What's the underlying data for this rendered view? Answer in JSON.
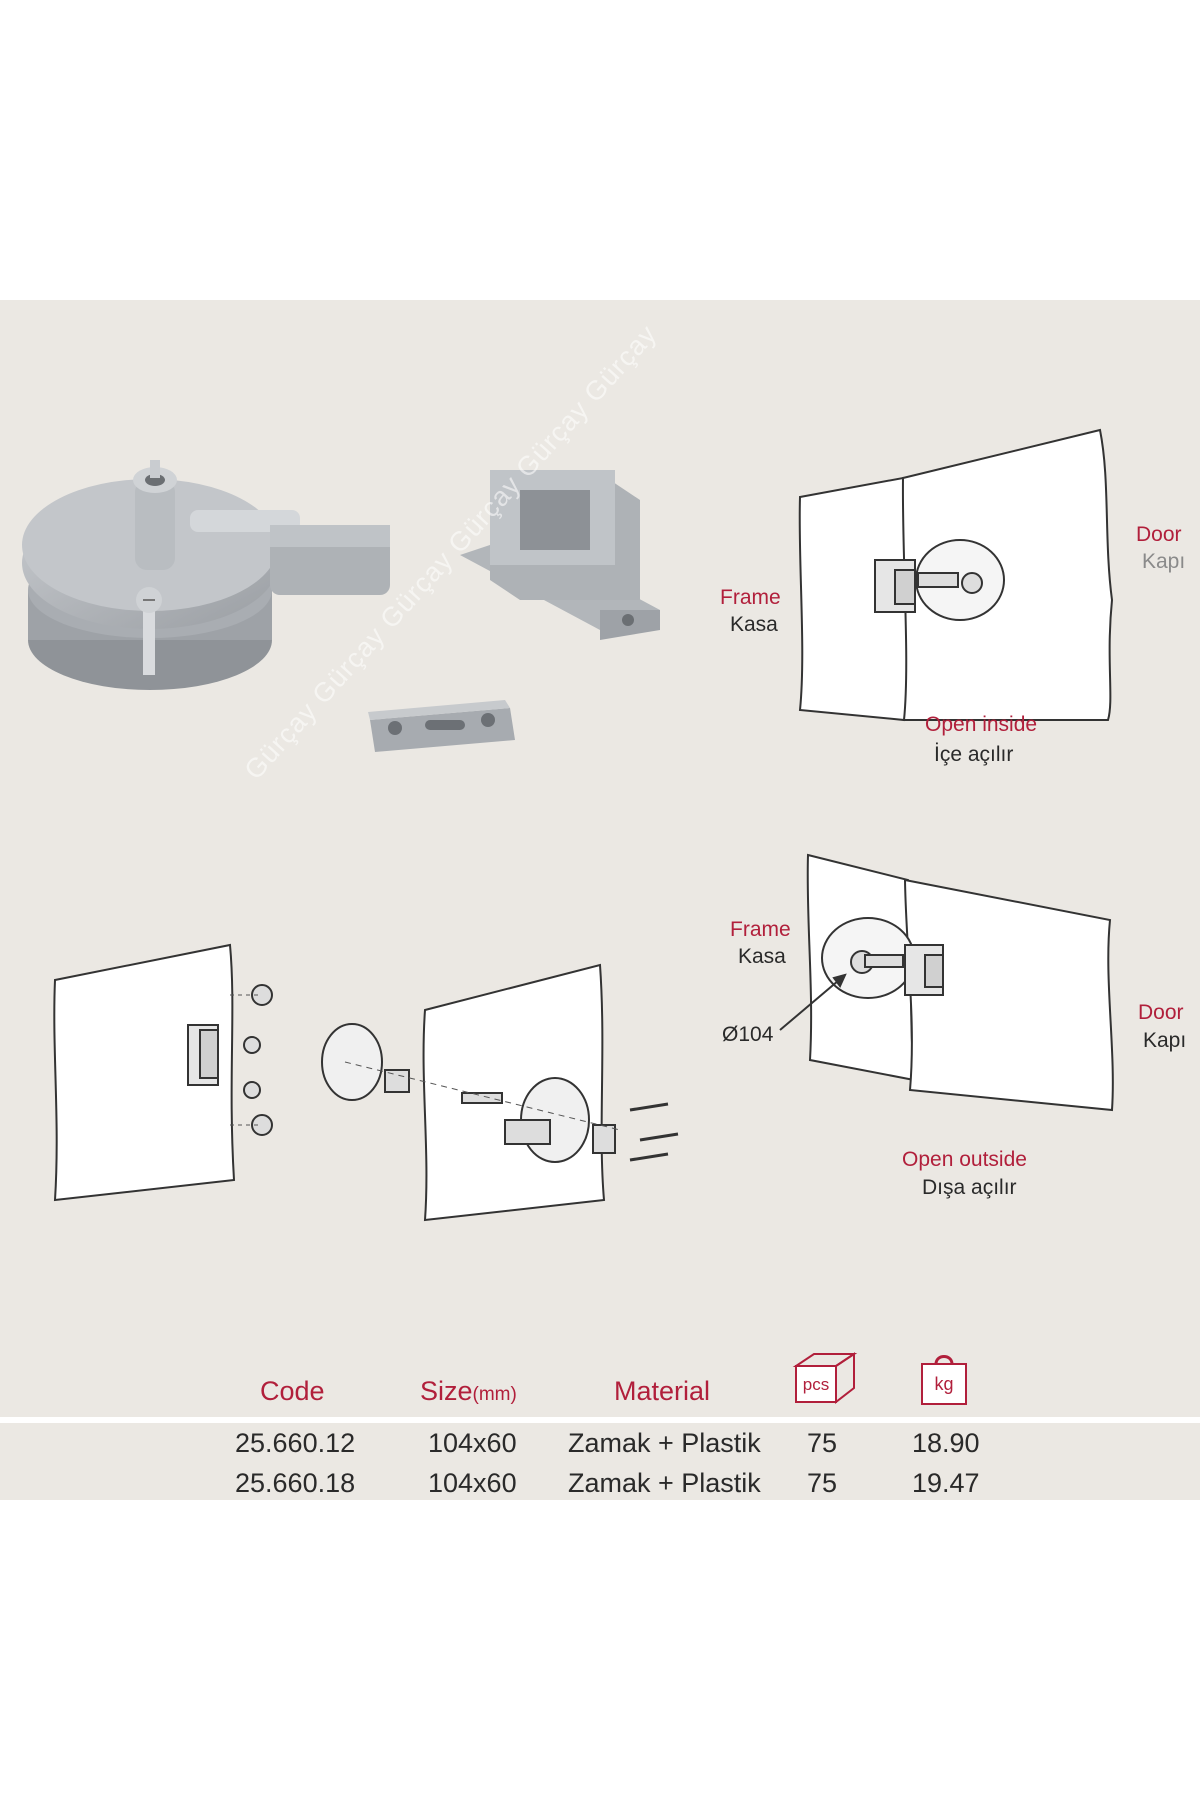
{
  "callouts": {
    "top_frame_en": "Frame",
    "top_frame_tr": "Kasa",
    "top_door_en": "Door",
    "top_door_tr": "Kapı",
    "top_open_en": "Open inside",
    "top_open_tr": "İçe açılır",
    "bottom_frame_en": "Frame",
    "bottom_frame_tr": "Kasa",
    "bottom_door_en": "Door",
    "bottom_door_tr": "Kapı",
    "bottom_open_en": "Open outside",
    "bottom_open_tr": "Dışa açılır",
    "diameter": "Ø104"
  },
  "watermark": "Gürçay Gürçay Gürçay Gürçay Gürçay Gürçay",
  "table": {
    "headers": {
      "code": "Code",
      "size": "Size",
      "size_unit": "(mm)",
      "material": "Material",
      "pcs": "pcs",
      "kg": "kg"
    },
    "rows": [
      {
        "code": "25.660.12",
        "size": "104x60",
        "material": "Zamak + Plastik",
        "pcs": "75",
        "kg": "18.90"
      },
      {
        "code": "25.660.18",
        "size": "104x60",
        "material": "Zamak + Plastik",
        "pcs": "75",
        "kg": "19.47"
      }
    ]
  },
  "colors": {
    "accent": "#b11f3b",
    "panel": "#ebe8e3",
    "metal": "#b5b9bd"
  }
}
